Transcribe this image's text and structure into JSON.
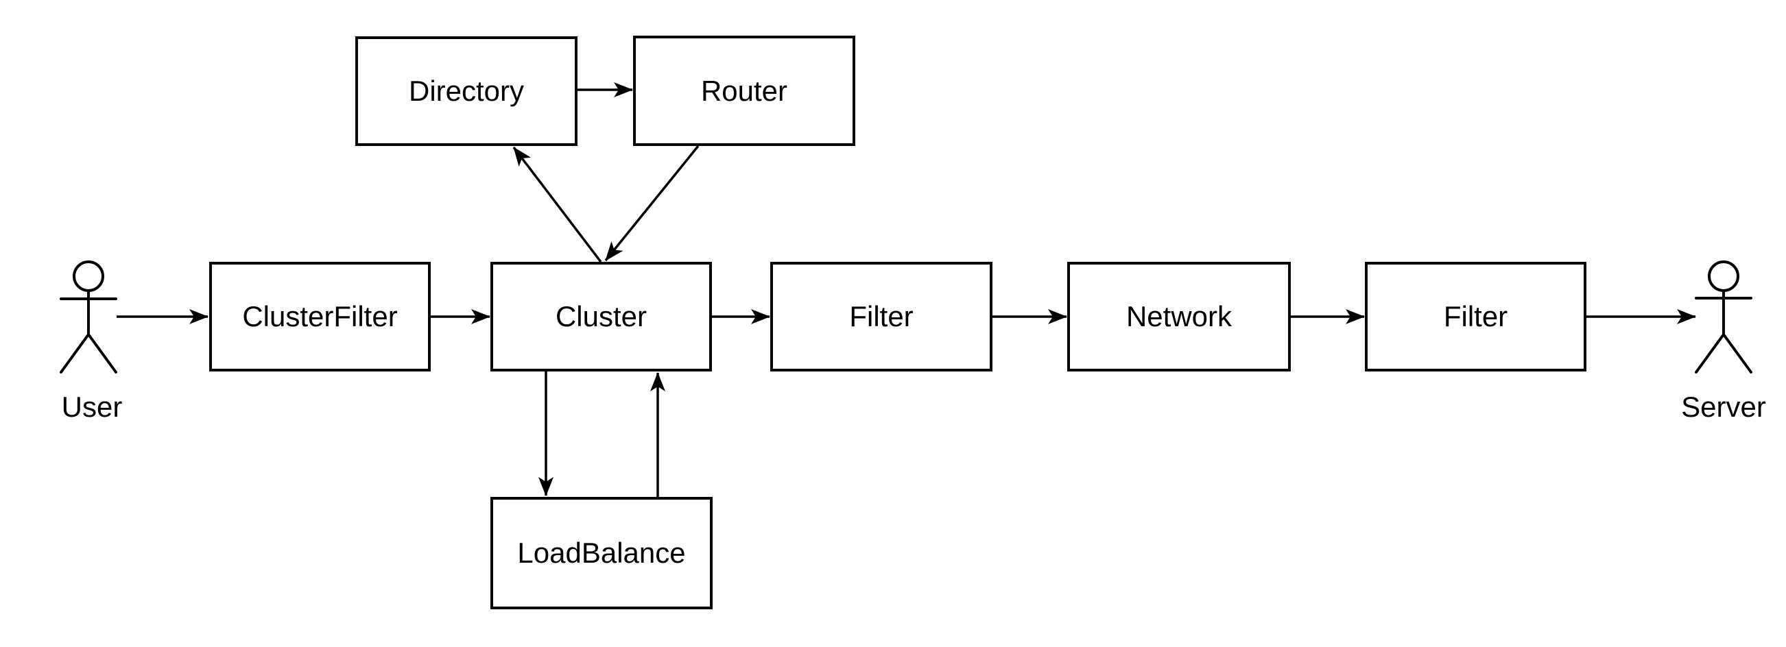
{
  "diagram": {
    "background_color": "#ffffff",
    "stroke_color": "#000000",
    "actors": {
      "user": {
        "label": "User"
      },
      "server": {
        "label": "Server"
      }
    },
    "nodes": {
      "cluster_filter": {
        "label": "ClusterFilter"
      },
      "cluster": {
        "label": "Cluster"
      },
      "filter_1": {
        "label": "Filter"
      },
      "network": {
        "label": "Network"
      },
      "filter_2": {
        "label": "Filter"
      },
      "directory": {
        "label": "Directory"
      },
      "router": {
        "label": "Router"
      },
      "load_balance": {
        "label": "LoadBalance"
      }
    },
    "edges": [
      {
        "from": "User",
        "to": "ClusterFilter"
      },
      {
        "from": "ClusterFilter",
        "to": "Cluster"
      },
      {
        "from": "Cluster",
        "to": "Filter"
      },
      {
        "from": "Filter",
        "to": "Network"
      },
      {
        "from": "Network",
        "to": "Filter"
      },
      {
        "from": "Filter",
        "to": "Server"
      },
      {
        "from": "Directory",
        "to": "Router"
      },
      {
        "from": "Cluster",
        "to": "Directory"
      },
      {
        "from": "Router",
        "to": "Cluster"
      },
      {
        "from": "Cluster",
        "to": "LoadBalance"
      },
      {
        "from": "LoadBalance",
        "to": "Cluster"
      }
    ]
  }
}
